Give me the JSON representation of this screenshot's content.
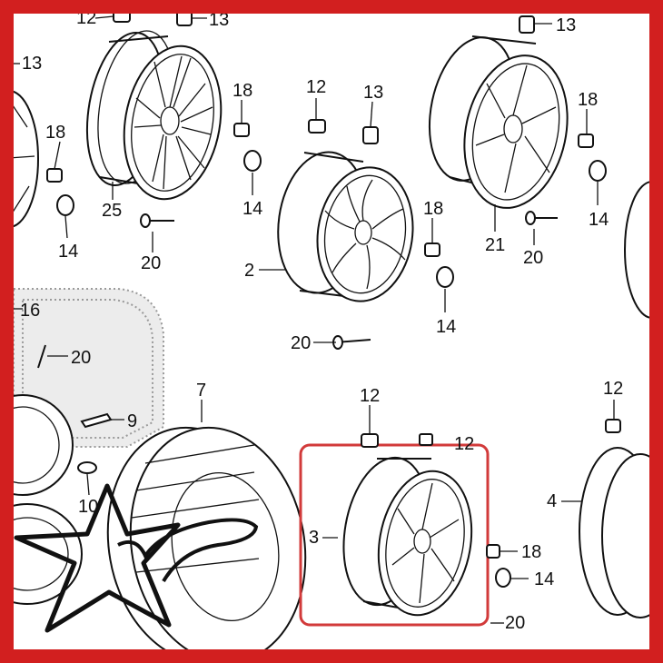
{
  "colors": {
    "frame": "#d21f1f",
    "highlight": "#d23a3a",
    "line": "#111111",
    "dotted_area": "#9a9a9a"
  },
  "icons": {
    "watermark": "star-logo-icon",
    "highlight": "highlight-box"
  },
  "labels": {
    "l12_topleft": "12",
    "l13_topleft": "13",
    "l13_left": "13",
    "l18_left": "18",
    "l14_left": "14",
    "l25": "25",
    "l18_a": "18",
    "l14_a": "14",
    "l20_a": "20",
    "l12_mid": "12",
    "l13_mid": "13",
    "l18_mid": "18",
    "l14_mid": "14",
    "l2": "2",
    "l20_mid": "20",
    "l13_topright": "13",
    "l18_right": "18",
    "l14_right": "14",
    "l21": "21",
    "l20_right": "20",
    "l16": "16",
    "l20_left": "20",
    "l9": "9",
    "l10": "10",
    "l7": "7",
    "l12_lower": "12",
    "l12_partial": "12",
    "l3": "3",
    "l18_lower": "18",
    "l14_lower": "14",
    "l20_lower": "20",
    "l12_lowright": "12",
    "l4": "4"
  }
}
